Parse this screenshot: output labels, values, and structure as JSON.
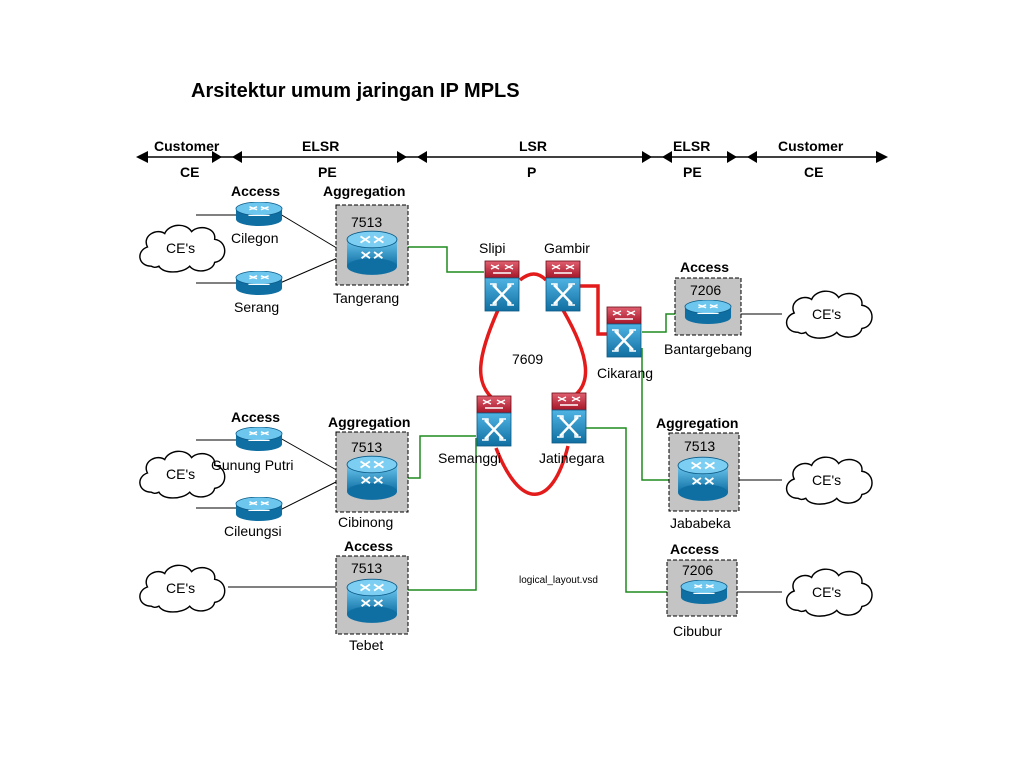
{
  "title": "Arsitektur umum jaringan IP MPLS",
  "header": {
    "segments": [
      {
        "top": "Customer",
        "bottom": "CE"
      },
      {
        "top": "ELSR",
        "bottom": "PE"
      },
      {
        "top": "LSR",
        "bottom": "P"
      },
      {
        "top": "ELSR",
        "bottom": "PE"
      },
      {
        "top": "Customer",
        "bottom": "CE"
      }
    ]
  },
  "clouds": [
    "CE's",
    "CE's",
    "CE's",
    "CE's",
    "CE's",
    "CE's"
  ],
  "groups": {
    "access_label": "Access",
    "aggregation_label": "Aggregation"
  },
  "nodes": {
    "cilegon": "Cilegon",
    "serang": "Serang",
    "tangerang": "Tangerang",
    "tangerang_model": "7513",
    "gunung_putri": "Gunung Putri",
    "cileungsi": "Cileungsi",
    "cibinong": "Cibinong",
    "cibinong_model": "7513",
    "tebet": "Tebet",
    "tebet_model": "7513",
    "slipi": "Slipi",
    "gambir": "Gambir",
    "semanggi": "Semanggi",
    "jatinegara": "Jatinegara",
    "cikarang": "Cikarang",
    "core_model": "7609",
    "bantargebang": "Bantargebang",
    "bantargebang_model": "7206",
    "jababeka": "Jababeka",
    "jababeka_model": "7513",
    "cibubur": "Cibubur",
    "cibubur_model": "7206"
  },
  "footnote": "logical_layout.vsd",
  "colors": {
    "router_blue": "#1e8fc6",
    "switch_red": "#c8283a",
    "ring_red": "#e31b1b",
    "link_green": "#1f8a1f",
    "box_gray": "#c4c4c4"
  },
  "icons": [
    "router-icon",
    "switch-router-icon",
    "cloud-icon",
    "double-arrow-icon"
  ]
}
